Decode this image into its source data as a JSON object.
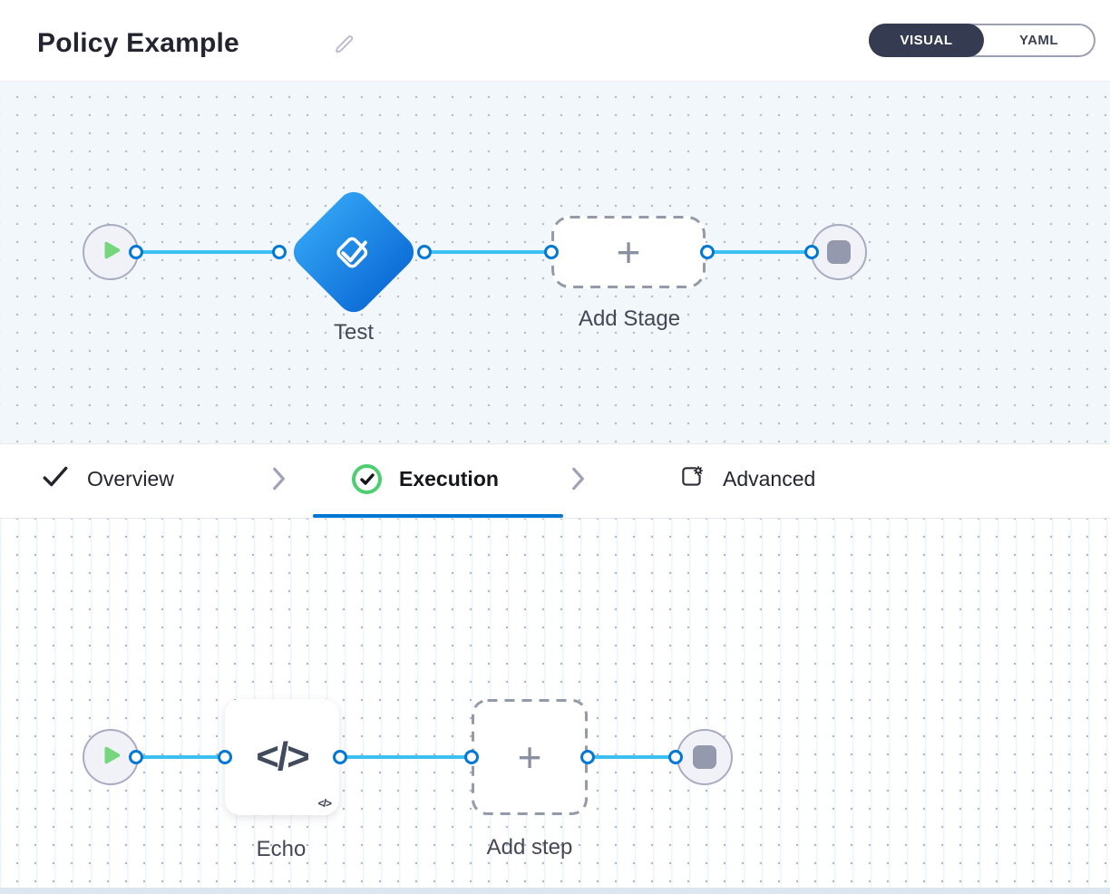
{
  "header": {
    "title": "Policy Example",
    "mode_toggle": {
      "visual_label": "VISUAL",
      "yaml_label": "YAML",
      "selected": "VISUAL"
    }
  },
  "stage_pipeline": {
    "stage": {
      "label": "Test"
    },
    "add_stage": {
      "label": "Add Stage",
      "plus": "+"
    }
  },
  "tabs": {
    "overview": {
      "label": "Overview",
      "active": false
    },
    "execution": {
      "label": "Execution",
      "active": true
    },
    "advanced": {
      "label": "Advanced",
      "active": false
    }
  },
  "step_pipeline": {
    "step": {
      "label": "Echo",
      "icon_glyph": "</>",
      "badge_glyph": "</>"
    },
    "add_step": {
      "label": "Add step",
      "plus": "+"
    }
  },
  "icons": {
    "edit": "pencil-icon",
    "overview": "check-icon",
    "execution": "check-circle-icon",
    "advanced": "settings-panel-icon",
    "stage": "test-stage-icon",
    "step": "code-icon",
    "start": "play-icon",
    "end": "stop-icon",
    "add": "plus-icon"
  },
  "colors": {
    "accent_blue": "#0278d5",
    "edge_blue": "#3cc0f3",
    "stage_gradient_from": "#2f9ff1",
    "stage_gradient_to": "#0e6fd8",
    "success_green": "#4dce70",
    "play_green": "#74d77e",
    "toggle_dark": "#353b50",
    "canvas_stage_bg": "#f1f7fb",
    "canvas_step_bg": "#ffffff"
  }
}
